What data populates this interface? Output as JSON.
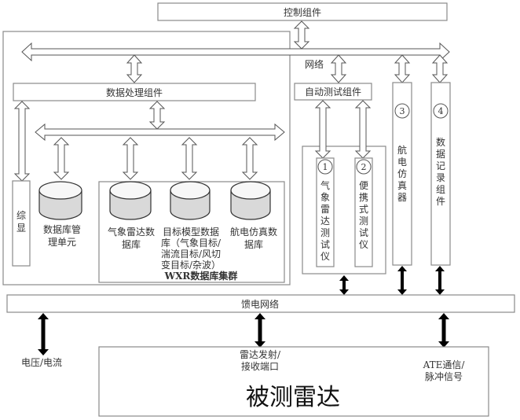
{
  "diagram": {
    "control_component": "控制组件",
    "network_label": "网络",
    "data_processing_component": "数据处理组件",
    "auto_test_component": "自动测试组件",
    "display": [
      "综",
      "显"
    ],
    "db_management_unit": [
      "数据库管",
      "理单元"
    ],
    "weather_radar_db": [
      "气象雷达数",
      "据库"
    ],
    "target_model_db": [
      "目标模型数据",
      "库（气象目标/",
      "湍流目标/风切",
      "变目标/杂波）"
    ],
    "avionics_sim_db": [
      "航电仿真数",
      "据库"
    ],
    "wxr_db_cluster": "WXR数据库集群",
    "instruments": [
      {
        "num": "1",
        "label": [
          "气",
          "象",
          "雷",
          "达",
          "测",
          "试",
          "仪"
        ]
      },
      {
        "num": "2",
        "label": [
          "便",
          "携",
          "式",
          "测",
          "试",
          "仪"
        ]
      },
      {
        "num": "3",
        "label": [
          "航",
          "电",
          "仿",
          "真",
          "器"
        ]
      },
      {
        "num": "4",
        "label": [
          "数",
          "据",
          "记",
          "录",
          "组",
          "件"
        ]
      }
    ],
    "feed_network": "馈电网络",
    "voltage_current": "电压/电流",
    "radar_tx_rx": [
      "雷达发射/",
      "接收端口"
    ],
    "ate_comm": [
      "ATE通信/",
      "脉冲信号"
    ],
    "radar_under_test": "被测雷达"
  }
}
